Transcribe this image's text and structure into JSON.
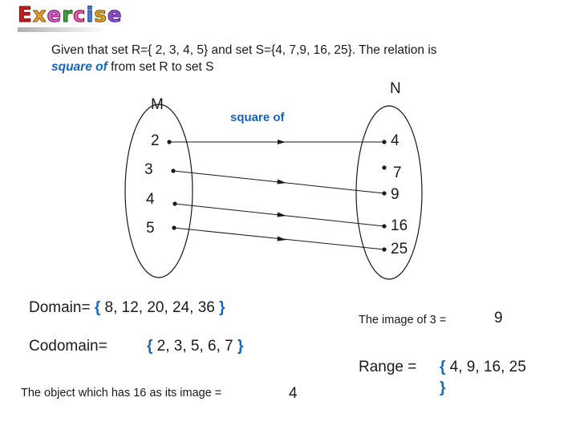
{
  "title": "Exercise",
  "statement": {
    "line1": "Given that set R={ 2, 3, 4, 5} and set S={4, 7,9, 16, 25}. The relation is",
    "line2_italic": "square of",
    "line2_rest": " from set R to set S"
  },
  "diagram": {
    "set_m_label": "M",
    "set_n_label": "N",
    "relation_label": "square of",
    "domain_elements": [
      "2",
      "3",
      "4",
      "5"
    ],
    "codomain_elements": [
      "4",
      "7",
      "9",
      "16",
      "25"
    ],
    "mappings": [
      {
        "from": "2",
        "to": "4"
      },
      {
        "from": "3",
        "to": "9"
      },
      {
        "from": "4",
        "to": "16"
      },
      {
        "from": "5",
        "to": "25"
      }
    ]
  },
  "answers": {
    "domain_label": "Domain=",
    "domain_open": "{",
    "domain_values": " 8, 12, 20, 24, 36 ",
    "domain_close": "}",
    "codomain_label": "Codomain=",
    "codomain_open": "{",
    "codomain_values": " 2, 3, 5, 6, 7 ",
    "codomain_close": "}",
    "image_label": "The image of 3 =",
    "image_value": "9",
    "range_label": "Range =",
    "range_open": "{",
    "range_values": " 4, 9, 16, 25",
    "range_close": "}",
    "object_label": "The object which has 16 as its image  =",
    "object_value": "4"
  },
  "colors": {
    "accent": "#1565c0",
    "text": "#1a1a1a"
  }
}
